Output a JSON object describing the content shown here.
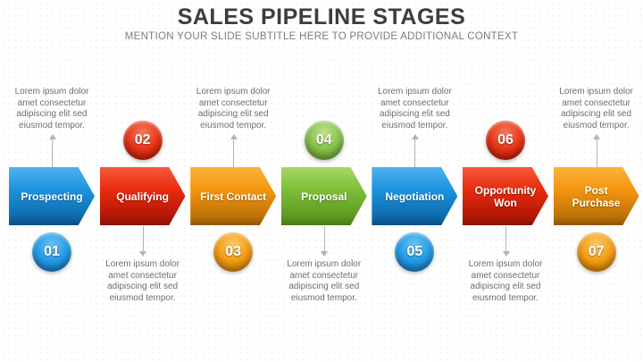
{
  "slide": {
    "title": "SALES PIPELINE STAGES",
    "subtitle": "MENTION YOUR SLIDE SUBTITLE HERE TO PROVIDE ADDITIONAL CONTEXT"
  },
  "note": {
    "lines": [
      "Lorem ipsum dolor",
      "amet consectetur",
      "adipiscing elit sed",
      "eiusmod tempor."
    ]
  },
  "palette": {
    "blue": "#1e93e0",
    "red": "#e92c0f",
    "orange": "#f49611",
    "green": "#7fbf3a"
  },
  "stages": [
    {
      "number": "01",
      "label": "Prospecting",
      "color": "blue"
    },
    {
      "number": "02",
      "label": "Qualifying",
      "color": "red"
    },
    {
      "number": "03",
      "label": "First Contact",
      "color": "orange"
    },
    {
      "number": "04",
      "label": "Proposal",
      "color": "green"
    },
    {
      "number": "05",
      "label": "Negotiation",
      "color": "blue"
    },
    {
      "number": "06",
      "label": "Opportunity\nWon",
      "color": "red"
    },
    {
      "number": "07",
      "label": "Post\nPurchase",
      "color": "orange"
    }
  ]
}
